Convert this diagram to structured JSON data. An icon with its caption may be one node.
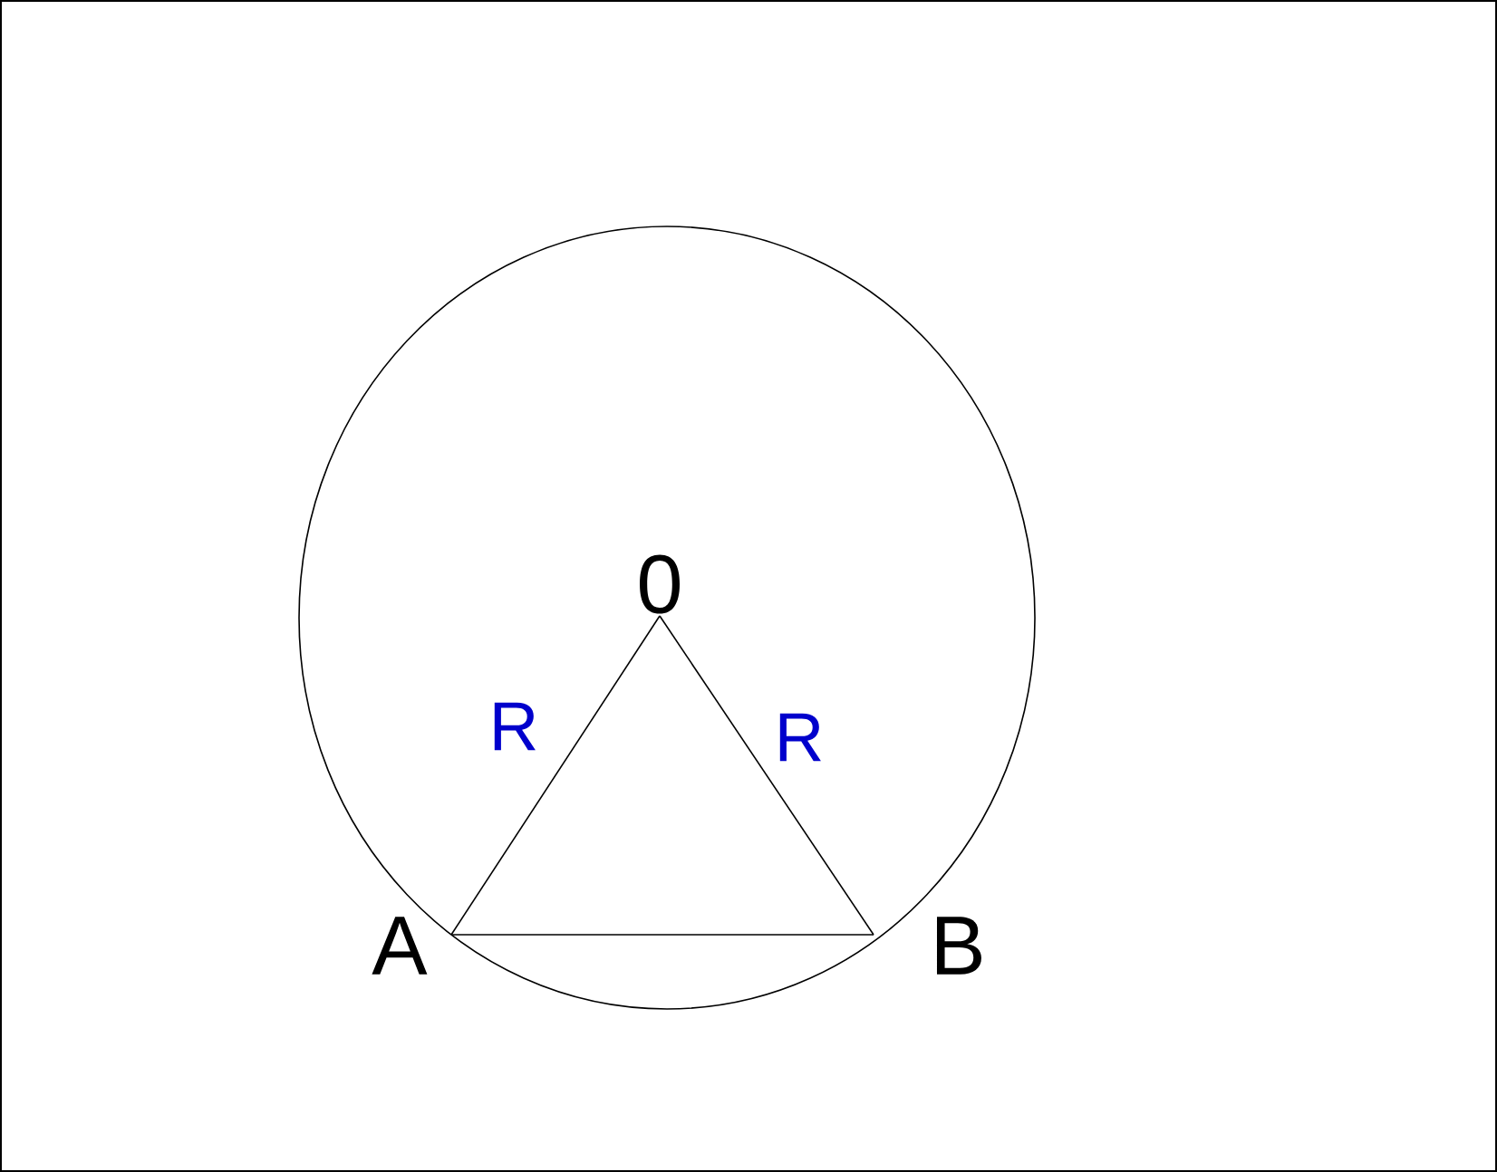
{
  "diagram": {
    "nodes": [
      {
        "text": [
          "0"
        ]
      },
      {
        "text": [
          "A"
        ]
      },
      {
        "text": [
          "B"
        ]
      }
    ],
    "edges": [
      {
        "from": 0,
        "to": 1,
        "arrow": "none",
        "label": "R"
      },
      {
        "from": 0,
        "to": 2,
        "arrow": "none",
        "label": "R"
      },
      {
        "from": 1,
        "to": 2,
        "arrow": "none"
      }
    ]
  }
}
